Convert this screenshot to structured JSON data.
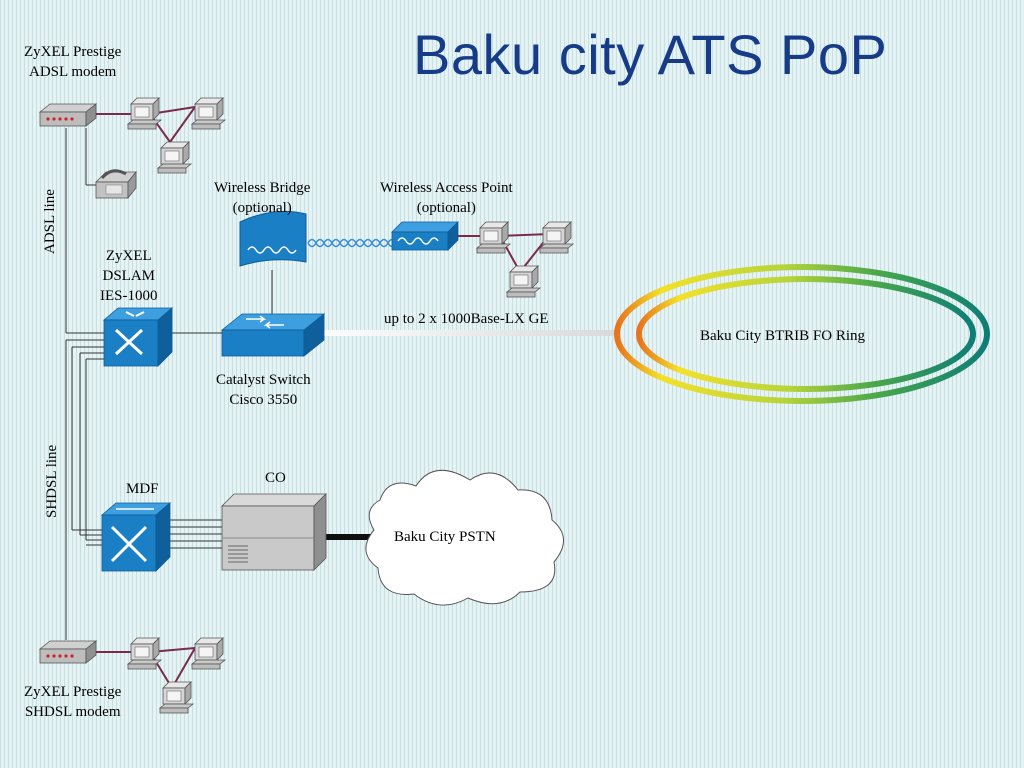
{
  "title": "Baku city ATS PoP",
  "labels": {
    "adsl_modem": "ZyXEL Prestige\nADSL modem",
    "adsl_line": "ADSL line",
    "shdsl_line": "SHDSL line",
    "dslam": "ZyXEL\nDSLAM\nIES-1000",
    "wireless_bridge": "Wireless Bridge\n(optional)",
    "wireless_ap": "Wireless Access Point\n(optional)",
    "uplink": "up to 2 x 1000Base-LX GE",
    "ring": "Baku City BTRIB FO Ring",
    "catalyst": "Catalyst Switch\nCisco 3550",
    "co": "CO",
    "mdf": "MDF",
    "pstn": "Baku City PSTN",
    "shdsl_modem": "ZyXEL Prestige\nSHDSL modem"
  },
  "colors": {
    "title": "#173c87",
    "device_blue": "#1a7fc4",
    "ring_start": "#f3e12a",
    "ring_mid": "#7cc143",
    "ring_end": "#0d7d76",
    "link_maroon": "#7a2a4a"
  },
  "icons": [
    "adsl-modem-icon",
    "telephone-icon",
    "computer-icon",
    "dslam-switch-icon",
    "wireless-bridge-icon",
    "access-point-icon",
    "catalyst-switch-icon",
    "fo-ring-icon",
    "mdf-switch-icon",
    "co-server-icon",
    "pstn-cloud-icon",
    "shdsl-modem-icon"
  ]
}
